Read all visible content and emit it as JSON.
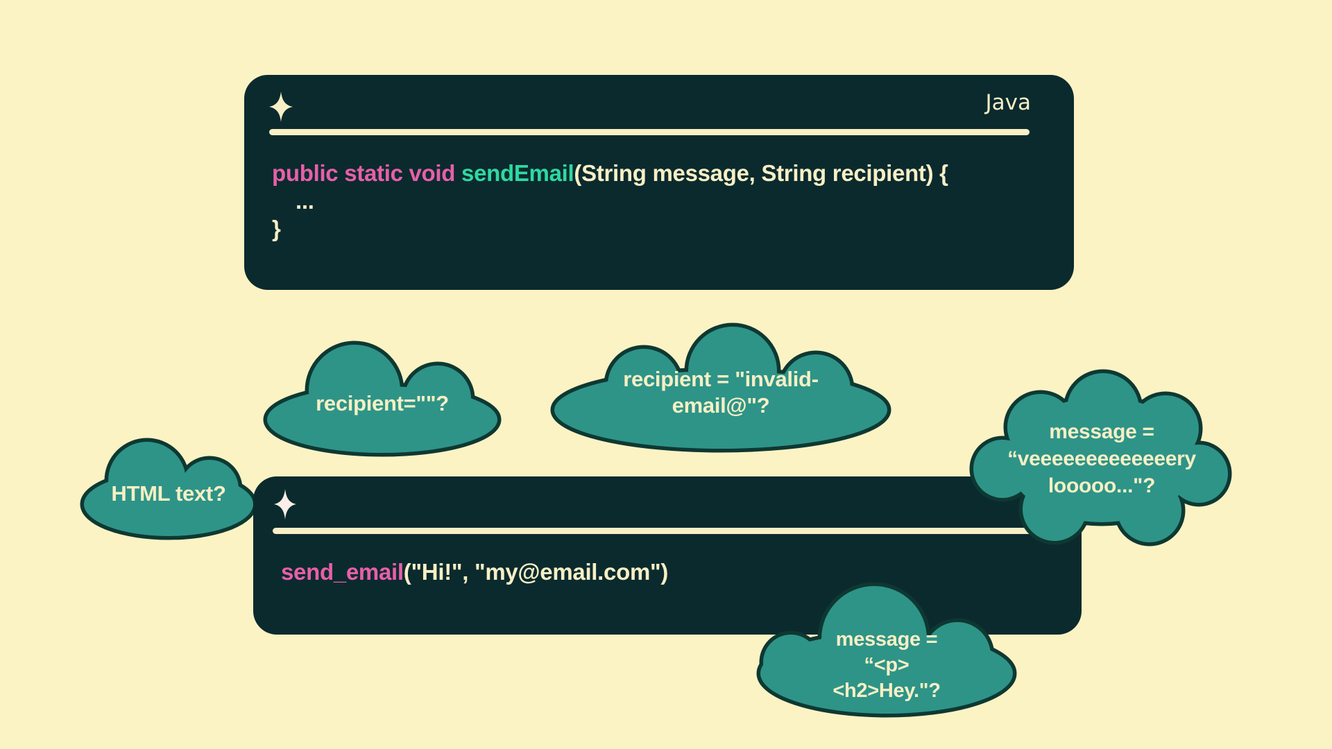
{
  "colors": {
    "background": "#FBF3C3",
    "panel_background": "#0B2A2E",
    "code_cream": "#F7EFC5",
    "code_pink": "#E85FA8",
    "code_mint": "#2ED9A2",
    "cloud_fill": "#2E9488",
    "cloud_outline": "#0E3832",
    "sparkle_java": "#F7EFC5",
    "sparkle_python": "#FBEEE7"
  },
  "icons": {
    "java_sparkle": "sparkle-icon",
    "python_sparkle": "sparkle-icon"
  },
  "java_panel": {
    "language_label": "Java",
    "code_line_1": [
      {
        "text": "public static void ",
        "color": "#E85FA8"
      },
      {
        "text": "sendEmail",
        "color": "#2ED9A2"
      },
      {
        "text": "(String message, String recipient) {",
        "color": "#F7EFC5"
      }
    ],
    "code_line_2": "...",
    "code_line_3": "}"
  },
  "python_panel": {
    "code_line_1": [
      {
        "text": "send_email",
        "color": "#E85FA8"
      },
      {
        "text": "(\"Hi!\", \"my@email.com\")",
        "color": "#F7EFC5"
      }
    ]
  },
  "clouds": {
    "recipient_empty": {
      "line1": "recipient=\"\"?"
    },
    "recipient_invalid": {
      "line1": "recipient = \"invalid-",
      "line2": "email@\"?"
    },
    "message_long": {
      "line1": "message =",
      "line2": "“veeeeeeeeeeeeery",
      "line3": "looooo...\"?"
    },
    "html_text": {
      "line1": "HTML text?"
    },
    "message_html": {
      "line1": "message =",
      "line2": "“<p>",
      "line3": "<h2>Hey.\"?"
    }
  }
}
